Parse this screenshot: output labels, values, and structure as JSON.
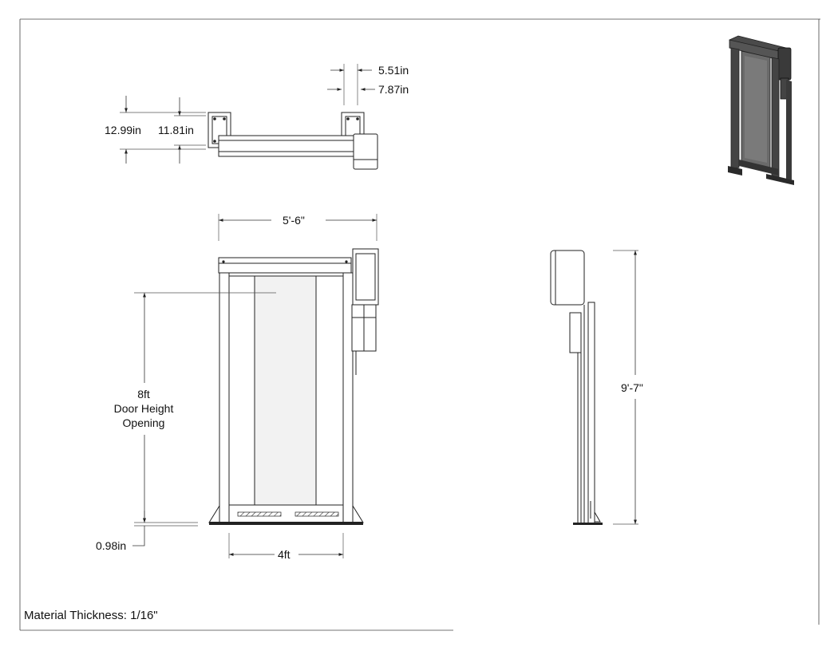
{
  "dimensions": {
    "d_551": "5.51in",
    "d_787": "7.87in",
    "d_1299": "12.99in",
    "d_1181": "11.81in",
    "d_width_overall": "5'-6\"",
    "d_height_label_1": "8ft",
    "d_height_label_2": "Door Height",
    "d_height_label_3": "Opening",
    "d_098": "0.98in",
    "d_4ft": "4ft",
    "d_height_overall": "9'-7\""
  },
  "notes": {
    "material": "Material Thickness: 1/16\""
  },
  "colors": {
    "line": "#222222",
    "render_dark": "#3a3a3a",
    "render_panel": "#5a5a5a"
  }
}
